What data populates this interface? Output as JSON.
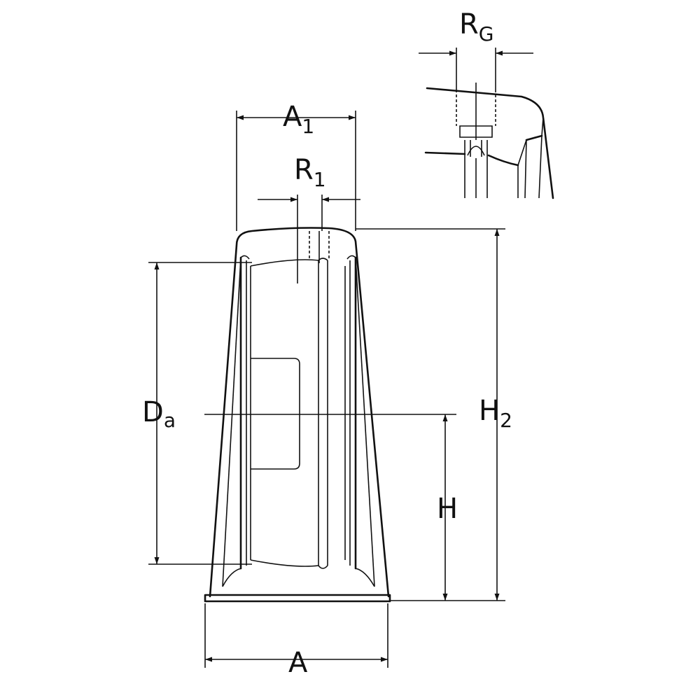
{
  "labels": {
    "rg": {
      "main": "R",
      "sub": "G"
    },
    "a1": {
      "main": "A",
      "sub": "1"
    },
    "r1": {
      "main": "R",
      "sub": "1"
    },
    "da": {
      "main": "D",
      "sub": "a"
    },
    "h2": {
      "main": "H",
      "sub": "2"
    },
    "h": {
      "main": "H"
    },
    "a": {
      "main": "A"
    }
  }
}
